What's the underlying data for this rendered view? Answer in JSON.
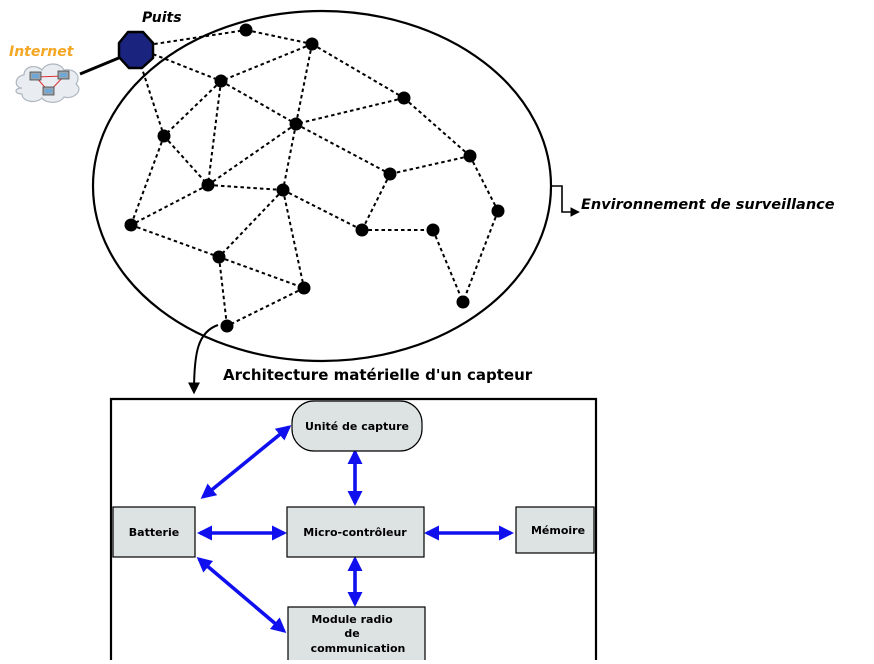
{
  "labels": {
    "sink": "Puits",
    "internet": "Internet",
    "environment": "Environnement de surveillance",
    "architecture": "Architecture matérielle d'un capteur"
  },
  "components": {
    "capture": "Unité de capture",
    "battery": "Batterie",
    "microcontroller": "Micro-contrôleur",
    "memory": "Mémoire",
    "radio_line1": "Module radio",
    "radio_line2": "de",
    "radio_line3": "communication"
  },
  "colors": {
    "internet_label": "#f5a623",
    "sink_fill": "#1a237e",
    "arrow": "#1010ee",
    "box_fill": "#dde3e3",
    "node_fill": "#000000"
  }
}
